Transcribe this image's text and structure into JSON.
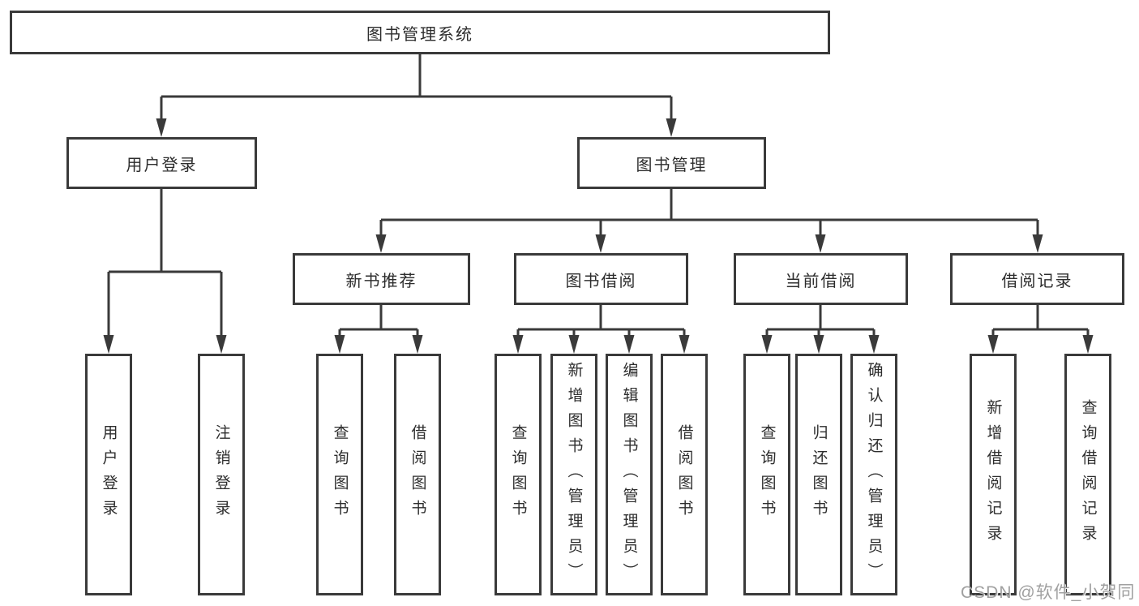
{
  "tree": {
    "root": "图书管理系统",
    "groups": [
      {
        "label": "用户登录",
        "children": [
          "用户登录",
          "注销登录"
        ]
      },
      {
        "label": "图书管理",
        "sections": [
          {
            "label": "新书推荐",
            "children": [
              "查询图书",
              "借阅图书"
            ]
          },
          {
            "label": "图书借阅",
            "children": [
              "查询图书",
              "新增图书（管理员）",
              "编辑图书（管理员）",
              "借阅图书"
            ]
          },
          {
            "label": "当前借阅",
            "children": [
              "查询图书",
              "归还图书",
              "确认归还（管理员）"
            ]
          },
          {
            "label": "借阅记录",
            "children": [
              "新增借阅记录",
              "查询借阅记录"
            ]
          }
        ]
      }
    ]
  },
  "watermark": "CSDN @软件_小贺同学",
  "colors": {
    "line": "#3a3a3a",
    "box_border": "#3a3a3a",
    "box_fill": "#ffffff",
    "text": "#2d2d2d",
    "watermark": "#a0a0a0",
    "background": "#ffffff"
  }
}
